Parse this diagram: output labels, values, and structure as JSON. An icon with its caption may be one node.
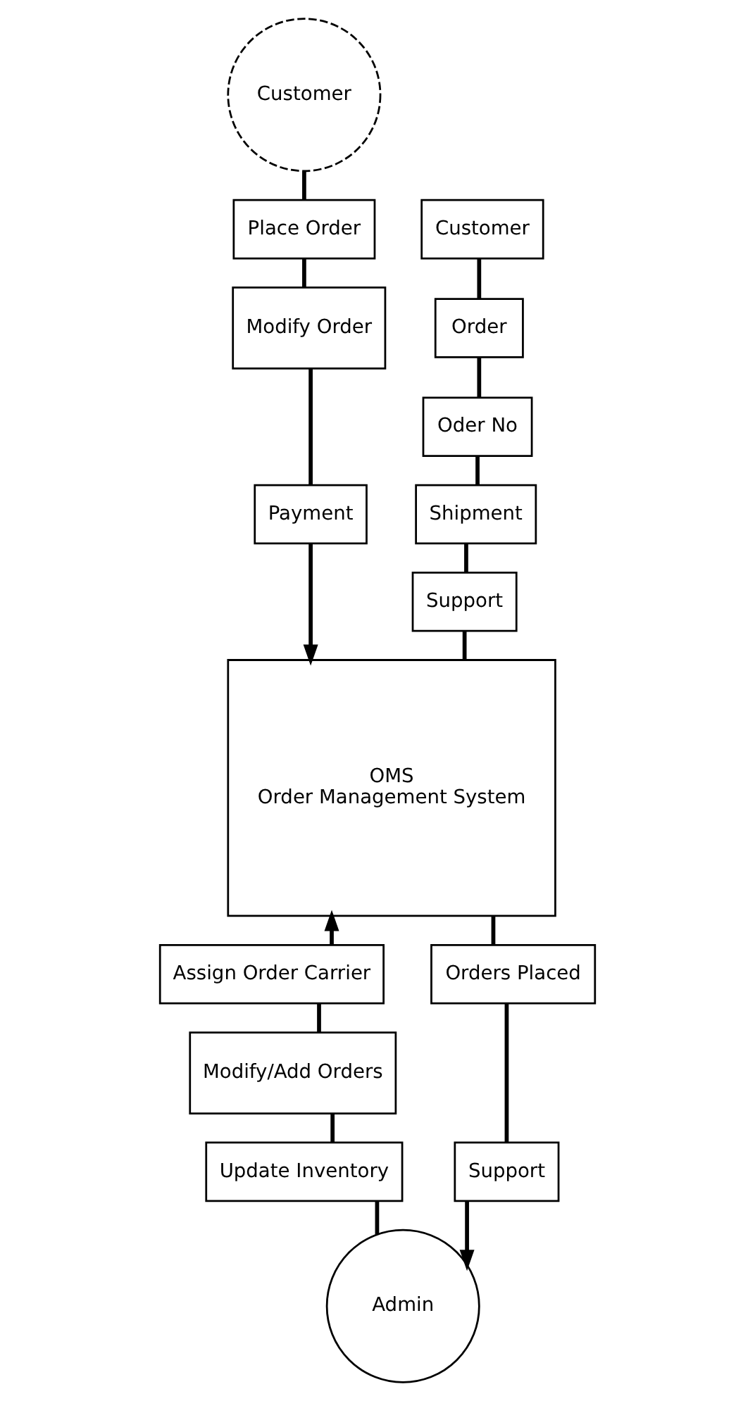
{
  "diagram": {
    "nodes": [
      {
        "text": [
          "Customer"
        ]
      },
      {
        "text": [
          "Customer"
        ]
      },
      {
        "text": [
          "Order"
        ]
      },
      {
        "text": [
          "Oder No"
        ]
      },
      {
        "text": [
          "Shipment"
        ]
      },
      {
        "text": [
          "Support"
        ]
      },
      {
        "text": [
          "Place Order"
        ]
      },
      {
        "text": [
          "Modify Order"
        ]
      },
      {
        "text": [
          "Payment"
        ]
      },
      {
        "text": [
          "OMS",
          "Order Management System"
        ]
      },
      {
        "text": [
          "Assign Order Carrier"
        ]
      },
      {
        "text": [
          "Modify/Add Orders"
        ]
      },
      {
        "text": [
          "Update Inventory"
        ]
      },
      {
        "text": [
          "Orders Placed"
        ]
      },
      {
        "text": [
          "Support"
        ]
      },
      {
        "text": [
          "Admin"
        ]
      }
    ],
    "edges": [
      {
        "from": 0,
        "to": 6,
        "arrow": "none"
      },
      {
        "from": 6,
        "to": 7,
        "arrow": "none"
      },
      {
        "from": 7,
        "to": 8,
        "arrow": "none"
      },
      {
        "from": 8,
        "to": 9,
        "arrow": "to"
      },
      {
        "from": 1,
        "to": 2,
        "arrow": "none"
      },
      {
        "from": 2,
        "to": 3,
        "arrow": "none"
      },
      {
        "from": 3,
        "to": 4,
        "arrow": "none"
      },
      {
        "from": 4,
        "to": 5,
        "arrow": "none"
      },
      {
        "from": 5,
        "to": 9,
        "arrow": "none"
      },
      {
        "from": 15,
        "to": 12,
        "arrow": "none"
      },
      {
        "from": 12,
        "to": 11,
        "arrow": "none"
      },
      {
        "from": 11,
        "to": 10,
        "arrow": "none"
      },
      {
        "from": 10,
        "to": 9,
        "arrow": "to"
      },
      {
        "from": 9,
        "to": 13,
        "arrow": "none"
      },
      {
        "from": 13,
        "to": 14,
        "arrow": "none"
      },
      {
        "from": 14,
        "to": 15,
        "arrow": "to"
      }
    ]
  }
}
